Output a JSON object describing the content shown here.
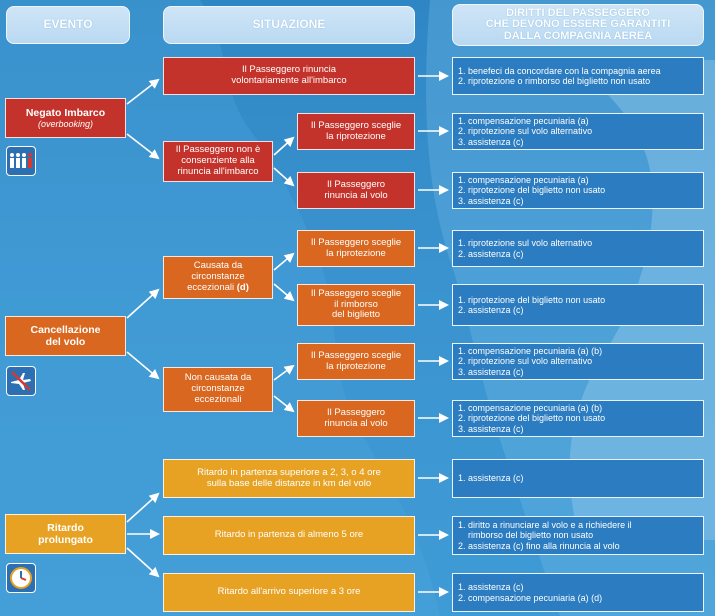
{
  "headers": {
    "evento": "EVENTO",
    "situazione": "SITUAZIONE",
    "diritti_1": "DIRITTI DEL PASSEGGERO",
    "diritti_2": "CHE DEVONO ESSERE GARANTITI",
    "diritti_3": "DALLA COMPAGNIA AEREA"
  },
  "events": {
    "negato": {
      "title": "Negato Imbarco",
      "subtitle": "(overbooking)",
      "icon": "passengers-icon"
    },
    "cancellazione": {
      "title_1": "Cancellazione",
      "title_2": "del volo",
      "icon": "cancelled-plane-icon"
    },
    "ritardo": {
      "title_1": "Ritardo",
      "title_2": "prolungato",
      "icon": "clock-icon"
    }
  },
  "situations": {
    "rinuncia_vol_1": "Il Passeggero rinuncia",
    "rinuncia_vol_2": "volontariamente all'imbarco",
    "non_consenziente_1": "Il Passeggero non è",
    "non_consenziente_2": "consenziente alla",
    "non_consenziente_3": "rinuncia all'imbarco",
    "n_riprot_1": "Il Passeggero sceglie",
    "n_riprot_2": "la riprotezione",
    "n_rinuncia_1": "Il Passeggero",
    "n_rinuncia_2": "rinuncia al volo",
    "causata_1": "Causata da",
    "causata_2": "circonstanze",
    "causata_3": "eccezionali",
    "causata_3b": "(d)",
    "c_riprot_1": "Il Passeggero sceglie",
    "c_riprot_2": "la riprotezione",
    "c_rimb_1": "Il Passeggero sceglie",
    "c_rimb_2": "il rimborso",
    "c_rimb_3": "del biglietto",
    "non_causata_1": "Non causata da",
    "non_causata_2": "circonstanze",
    "non_causata_3": "eccezionali",
    "nc_riprot_1": "Il Passeggero sceglie",
    "nc_riprot_2": "la riprotezione",
    "nc_rinuncia_1": "Il Passeggero",
    "nc_rinuncia_2": "rinuncia al volo",
    "rit1_1": "Ritardo in partenza superiore a 2, 3, o 4 ore",
    "rit1_2": "sulla base delle distanze in km del volo",
    "rit2": "Ritardo in partenza di almeno 5 ore",
    "rit3": "Ritardo all'arrivo superiore a 3 ore"
  },
  "rights": {
    "r1": [
      "1. benefeci da concordare con la compagnia aerea",
      "2. riprotezione o rimborso del biglietto non usato"
    ],
    "r2": [
      "1. compensazione pecuniaria (a)",
      "2. riprotezione sul volo alternativo",
      "3. assistenza (c)"
    ],
    "r3": [
      "1. compensazione pecuniaria (a)",
      "2. riprotezione del biglietto non usato",
      "3. assistenza (c)"
    ],
    "r4": [
      "1. riprotezione sul volo alternativo",
      "2. assistenza (c)"
    ],
    "r5": [
      "1. riprotezione del biglietto non usato",
      "2. assistenza (c)"
    ],
    "r6": [
      "1. compensazione pecuniaria (a) (b)",
      "2. riprotezione sul volo alternativo",
      "3. assistenza (c)"
    ],
    "r7": [
      "1. compensazione pecuniaria (a) (b)",
      "2. riprotezione del biglietto non usato",
      "3. assistenza (c)"
    ],
    "r8": [
      "1. assistenza (c)"
    ],
    "r9": [
      "1. diritto a rinunciare al volo e a richiedere il",
      "rimborso del biglietto non usato",
      "2. assistenza (c) fino alla rinuncia al volo"
    ],
    "r10": [
      "1. assistenza (c)",
      "2. compensazione pecuniaria (a) (d)"
    ]
  },
  "colors": {
    "background": "#3a93cf",
    "negato": "#c4332b",
    "cancellazione": "#d9671f",
    "ritardo": "#e7a224",
    "rights": "#2b7cc0"
  }
}
